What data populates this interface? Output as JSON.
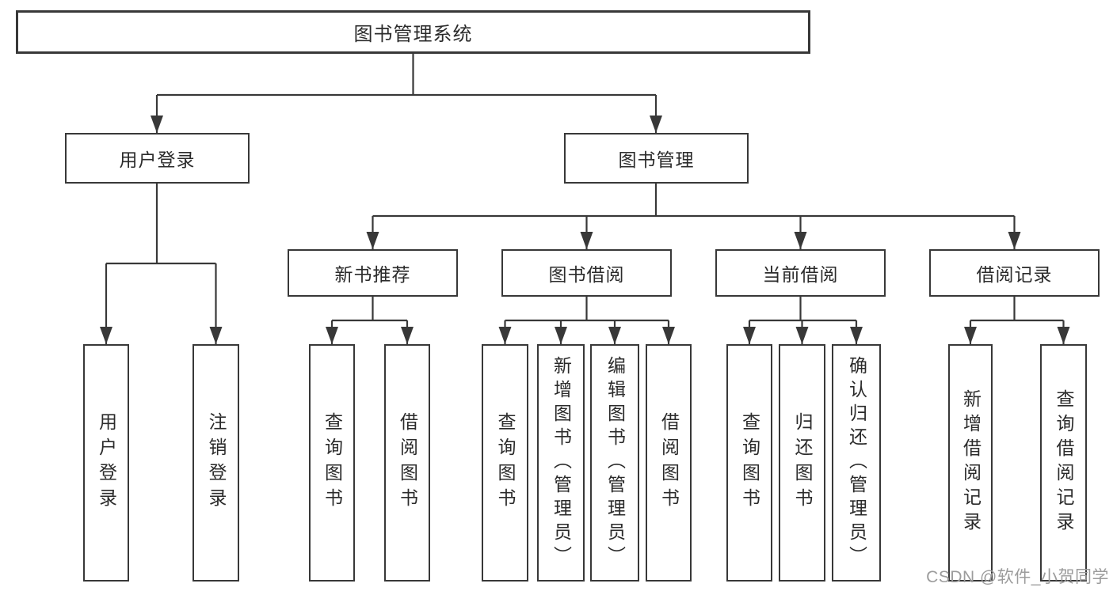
{
  "diagram": {
    "root": {
      "label": "图书管理系统"
    },
    "branches": [
      {
        "label": "用户登录",
        "children": [
          {
            "label": "用户登录"
          },
          {
            "label": "注销登录"
          }
        ]
      },
      {
        "label": "图书管理",
        "sections": [
          {
            "label": "新书推荐",
            "children": [
              {
                "label": "查询图书"
              },
              {
                "label": "借阅图书"
              }
            ]
          },
          {
            "label": "图书借阅",
            "children": [
              {
                "label": "查询图书"
              },
              {
                "label": "新增图书（管理员）"
              },
              {
                "label": "编辑图书（管理员）"
              },
              {
                "label": "借阅图书"
              }
            ]
          },
          {
            "label": "当前借阅",
            "children": [
              {
                "label": "查询图书"
              },
              {
                "label": "归还图书"
              },
              {
                "label": "确认归还（管理员）"
              }
            ]
          },
          {
            "label": "借阅记录",
            "children": [
              {
                "label": "新增借阅记录"
              },
              {
                "label": "查询借阅记录"
              }
            ]
          }
        ]
      }
    ]
  },
  "watermark": {
    "text": "CSDN @软件_小贺同学",
    "color": "#9c9c9c"
  },
  "colors": {
    "line": "#383838",
    "text": "#2b2b2b",
    "page_bg": "#ffffff",
    "box_bg": "#ffffff"
  }
}
